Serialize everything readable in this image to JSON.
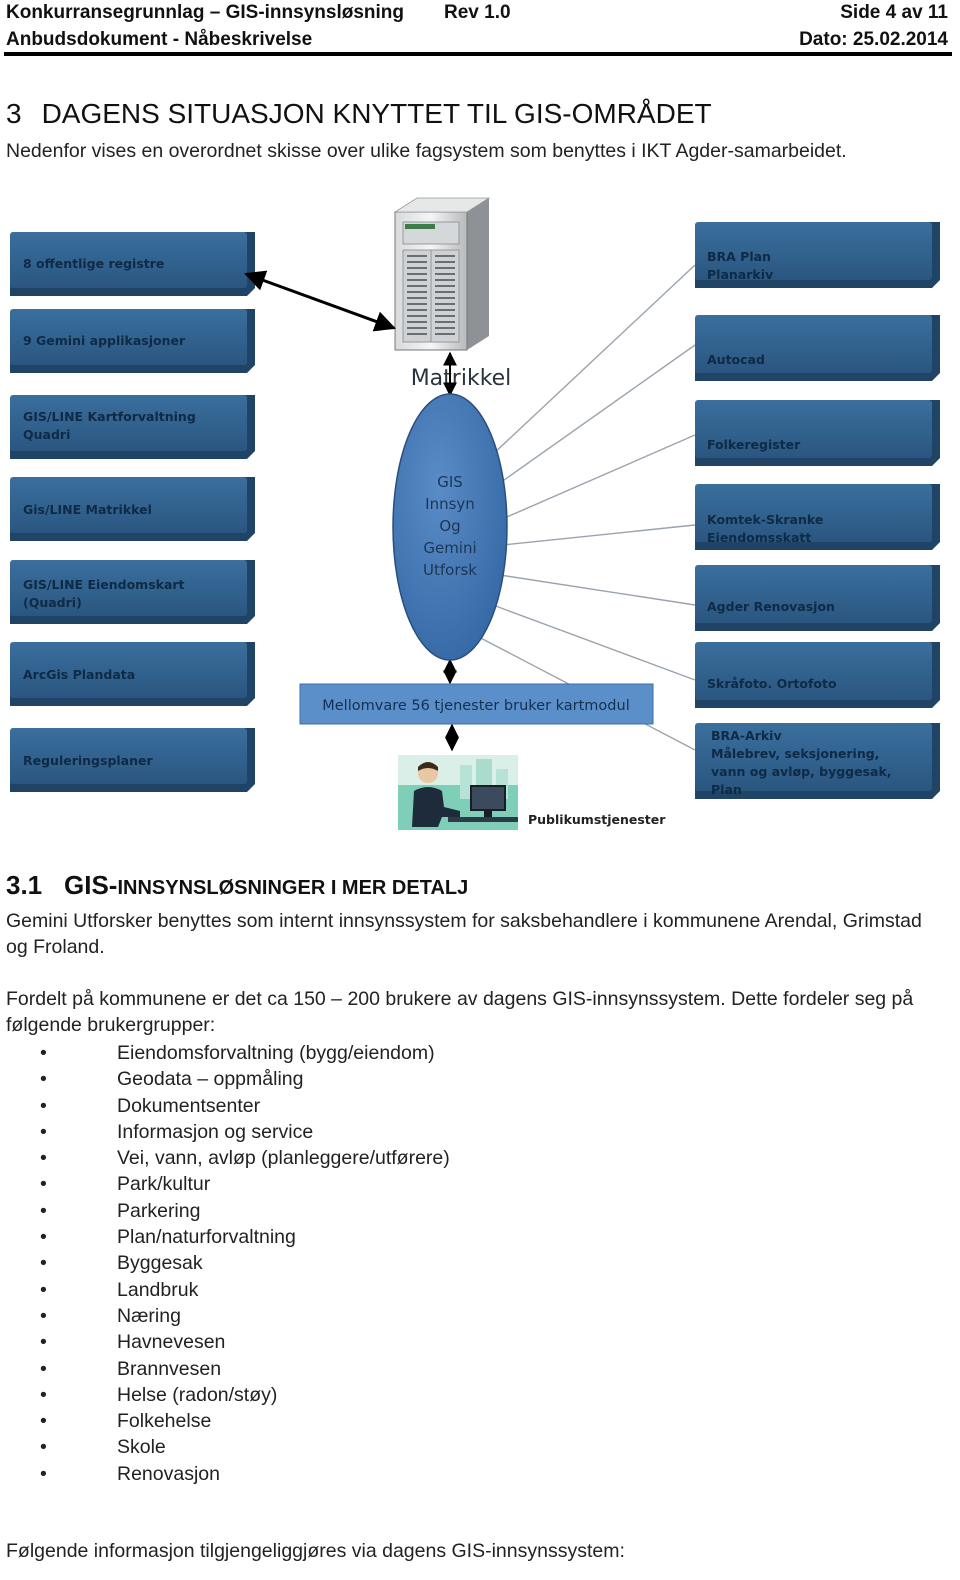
{
  "header": {
    "title": "Konkurransegrunnlag – GIS-innsynsløsning",
    "subtitle": "Anbudsdokument - Nåbeskrivelse",
    "rev": "Rev 1.0",
    "page": "Side 4 av 11",
    "date": "Dato: 25.02.2014"
  },
  "section3": {
    "number": "3",
    "title": "DAGENS SITUASJON KNYTTET TIL GIS-OMRÅDET",
    "intro": "Nedenfor vises en overordnet skisse over ulike fagsystem som benyttes i IKT Agder-samarbeidet."
  },
  "diagram": {
    "colors": {
      "box": "#2e5f8a",
      "box_dark": "#1f4466",
      "ellipse": "#3f72ae",
      "bar": "#5b8fc9",
      "text": "#0e2a44",
      "arrow": "#000000"
    },
    "left_systems": [
      [
        "8 offentlige registre"
      ],
      [
        "9 Gemini applikasjoner"
      ],
      [
        "GIS/LINE Kartforvaltning",
        "Quadri"
      ],
      [
        "Gis/LINE Matrikkel"
      ],
      [
        "GIS/LINE Eiendomskart",
        "(Quadri)"
      ],
      [
        "ArcGis Plandata"
      ],
      [
        "Reguleringsplaner"
      ]
    ],
    "right_systems": [
      [
        "BRA Plan",
        "Planarkiv"
      ],
      [
        "Autocad"
      ],
      [
        "Folkeregister"
      ],
      [
        "Komtek-Skranke",
        "Eiendomsskatt"
      ],
      [
        "Agder Renovasjon"
      ],
      [
        "Skråfoto. Ortofoto"
      ],
      [
        "BRA-Arkiv",
        "Målebrev, seksjonering,",
        "vann og avløp, byggesak,",
        "Plan"
      ]
    ],
    "server_label": "Matrikkel",
    "center_lines": [
      "GIS",
      "Innsyn",
      "Og",
      "Gemini",
      "Utforsk"
    ],
    "middleware_label": "Mellomvare 56 tjenester bruker kartmodul",
    "public_label": "Publikumstjenester",
    "icons": [
      "server-icon",
      "person-at-computer-icon"
    ]
  },
  "section31": {
    "number": "3.1",
    "title_initial": "GIS-",
    "title_rest": "INNSYNSLØSNINGER I MER DETALJ",
    "para1": "Gemini Utforsker benyttes som internt innsynssystem for saksbehandlere i kommunene Arendal, Grimstad og Froland.",
    "para2": "Fordelt på kommunene er det ca 150 – 200 brukere av dagens GIS-innsynssystem. Dette fordeler seg på følgende brukergrupper:",
    "bullet": "•",
    "user_groups": [
      "Eiendomsforvaltning (bygg/eiendom)",
      "Geodata – oppmåling",
      "Dokumentsenter",
      "Informasjon og service",
      "Vei, vann, avløp (planleggere/utførere)",
      "Park/kultur",
      "Parkering",
      "Plan/naturforvaltning",
      "Byggesak",
      "Landbruk",
      "Næring",
      "Havnevesen",
      "Brannvesen",
      "Helse (radon/støy)",
      "Folkehelse",
      "Skole",
      "Renovasjon"
    ],
    "closing": "Følgende informasjon tilgjengeliggjøres via dagens GIS-innsynssystem:"
  }
}
